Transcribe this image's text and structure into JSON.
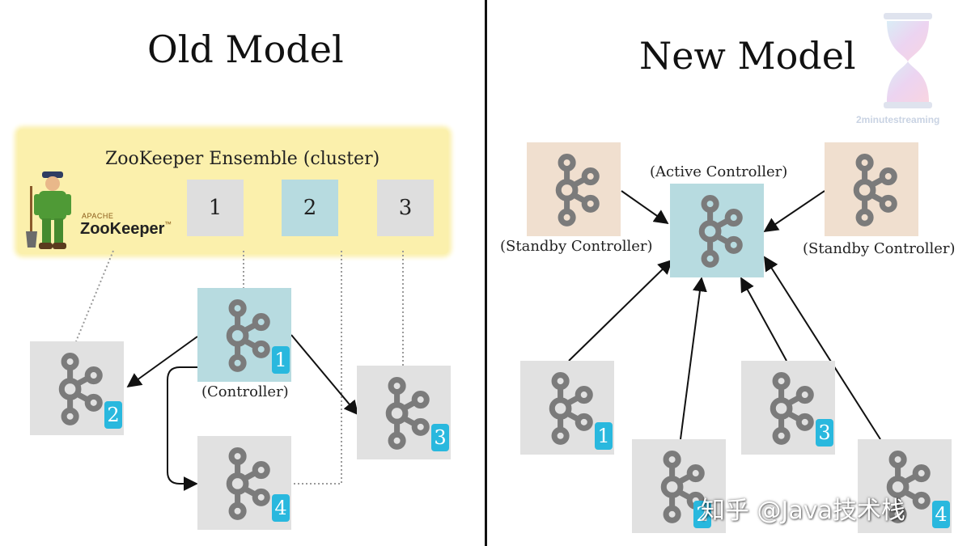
{
  "colors": {
    "controller": "#b7dbe0",
    "broker": "#e1e1e1",
    "standby": "#f0dfcf",
    "badge": "#29b8de",
    "ensemble": "#fbf0ac"
  },
  "old_model": {
    "title": "Old Model",
    "ensemble_label": "ZooKeeper Ensemble (cluster)",
    "zk_brand_small": "APACHE",
    "zk_brand": "ZooKeeper",
    "zk_brand_tm": "™",
    "zk_nodes": [
      "1",
      "2",
      "3"
    ],
    "controller_label": "(Controller)",
    "brokers": [
      {
        "id": "1"
      },
      {
        "id": "2"
      },
      {
        "id": "3"
      },
      {
        "id": "4"
      }
    ]
  },
  "new_model": {
    "title": "New Model",
    "active_label": "(Active Controller)",
    "standby_left_label": "(Standby Controller)",
    "standby_right_label": "(Standby Controller)",
    "brokers": [
      {
        "id": "1"
      },
      {
        "id": "2"
      },
      {
        "id": "3"
      },
      {
        "id": "4"
      }
    ]
  },
  "watermark": {
    "brand": "2minutestreaming",
    "zhihu": "知乎 @Java技术栈"
  }
}
